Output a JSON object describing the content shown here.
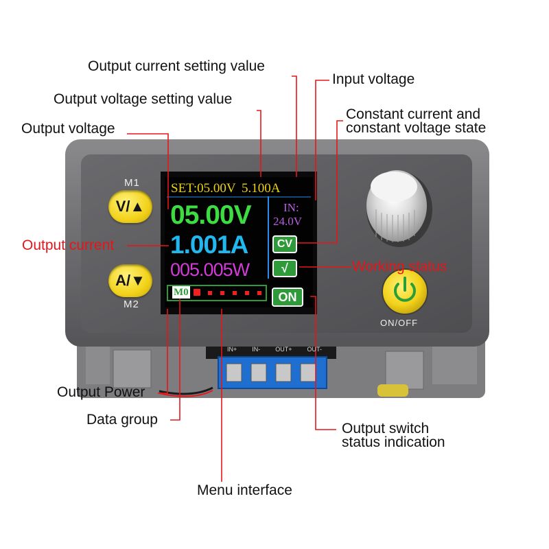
{
  "labels": {
    "output_current_setting": "Output current setting value",
    "output_voltage_setting": "Output voltage setting value",
    "output_voltage": "Output voltage",
    "input_voltage": "Input voltage",
    "cc_cv_line1": "Constant current and",
    "cc_cv_line2": "constant voltage state",
    "output_current": "Output current",
    "working_status": "Working status",
    "output_power": "Output Power",
    "data_group": "Data group",
    "output_switch_line1": "Output switch",
    "output_switch_line2": "status indication",
    "menu_interface": "Menu interface"
  },
  "screen": {
    "set_prefix": "SET:",
    "set_voltage": "05.00V",
    "set_current": "5.100A",
    "voltage": "05.00V",
    "current": "1.001A",
    "power": "005.005W",
    "in_label": "IN:",
    "in_voltage": "24.0V",
    "mode": "CV",
    "status_check": "√",
    "output_state": "ON",
    "data_group": "M0"
  },
  "buttons": {
    "m1_label": "M1",
    "m1_text": "V/▲",
    "m2_label": "M2",
    "m2_text": "A/▼",
    "power_label": "ON/OFF"
  },
  "terminals": [
    "IN+",
    "IN-",
    "OUT+",
    "OUT-"
  ],
  "colors": {
    "leader_line": "#e4161b",
    "voltage_text": "#3ddc43",
    "current_text": "#21b8f0",
    "power_text": "#d23cd6",
    "set_text": "#ecd118",
    "in_text": "#b85fe0",
    "badge_green": "#2f9a3a",
    "bar_red": "#ee2020",
    "power_button": "#f2d21a"
  }
}
